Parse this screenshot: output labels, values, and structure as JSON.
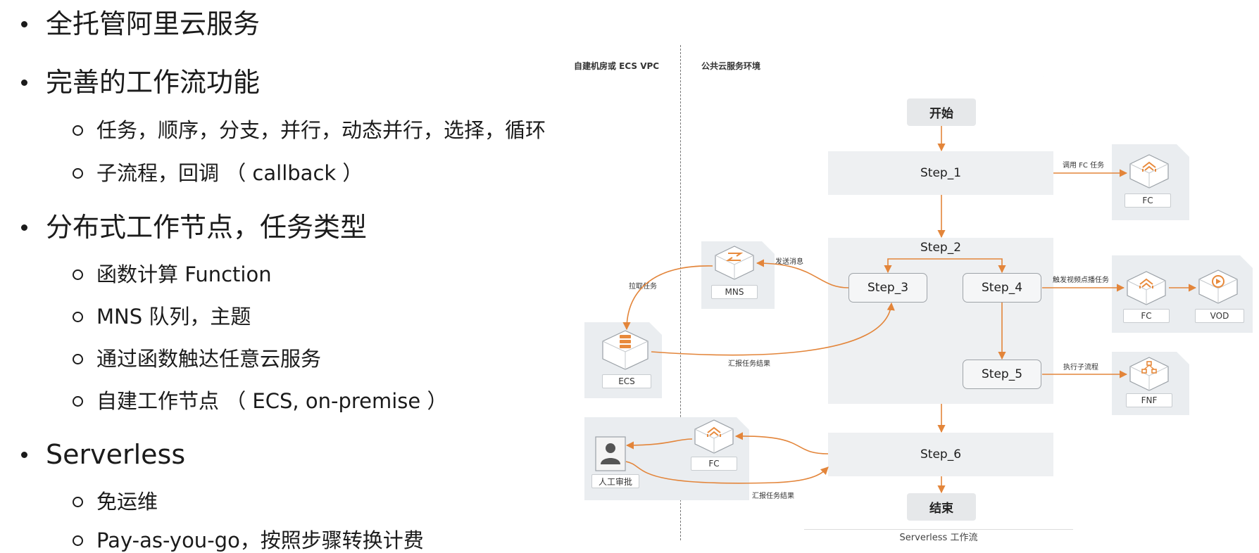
{
  "bullets": {
    "item1": "全托管阿里云服务",
    "item2": "完善的工作流功能",
    "item2_sub1": "任务，顺序，分支，并行，动态并行，选择，循环",
    "item2_sub2": "子流程，回调 （ callback ）",
    "item3": "分布式工作节点，任务类型",
    "item3_sub1": "函数计算 Function",
    "item3_sub2": "MNS 队列，主题",
    "item3_sub3": "通过函数触达任意云服务",
    "item3_sub4": "自建工作节点 （ ECS, on-premise ）",
    "item4": "Serverless",
    "item4_sub1": "免运维",
    "item4_sub2": "Pay-as-you-go，按照步骤转换计费"
  },
  "diagram": {
    "zone_left": "自建机房或 ECS VPC",
    "zone_right": "公共云服务环境",
    "start": "开始",
    "end": "结束",
    "step1": "Step_1",
    "step2": "Step_2",
    "step3": "Step_3",
    "step4": "Step_4",
    "step5": "Step_5",
    "step6": "Step_6",
    "panel_caption": "Serverless 工作流",
    "services": {
      "fc1": "FC",
      "fc2": "FC",
      "vod": "VOD",
      "fnf": "FNF",
      "mns": "MNS",
      "ecs": "ECS",
      "fc3": "FC",
      "human": "人工审批"
    },
    "edges": {
      "call_fc": "调用 FC 任务",
      "trigger_vod": "触发视频点播任务",
      "exec_subflow": "执行子流程",
      "send_msg": "发送消息",
      "pull_task": "拉取任务",
      "report1": "汇报任务结果",
      "report2": "汇报任务结果"
    },
    "colors": {
      "arrow": "#e3853a",
      "box": "#eef0f2",
      "service_bg": "#eaedf0",
      "icon_orange": "#e88a3c"
    }
  }
}
